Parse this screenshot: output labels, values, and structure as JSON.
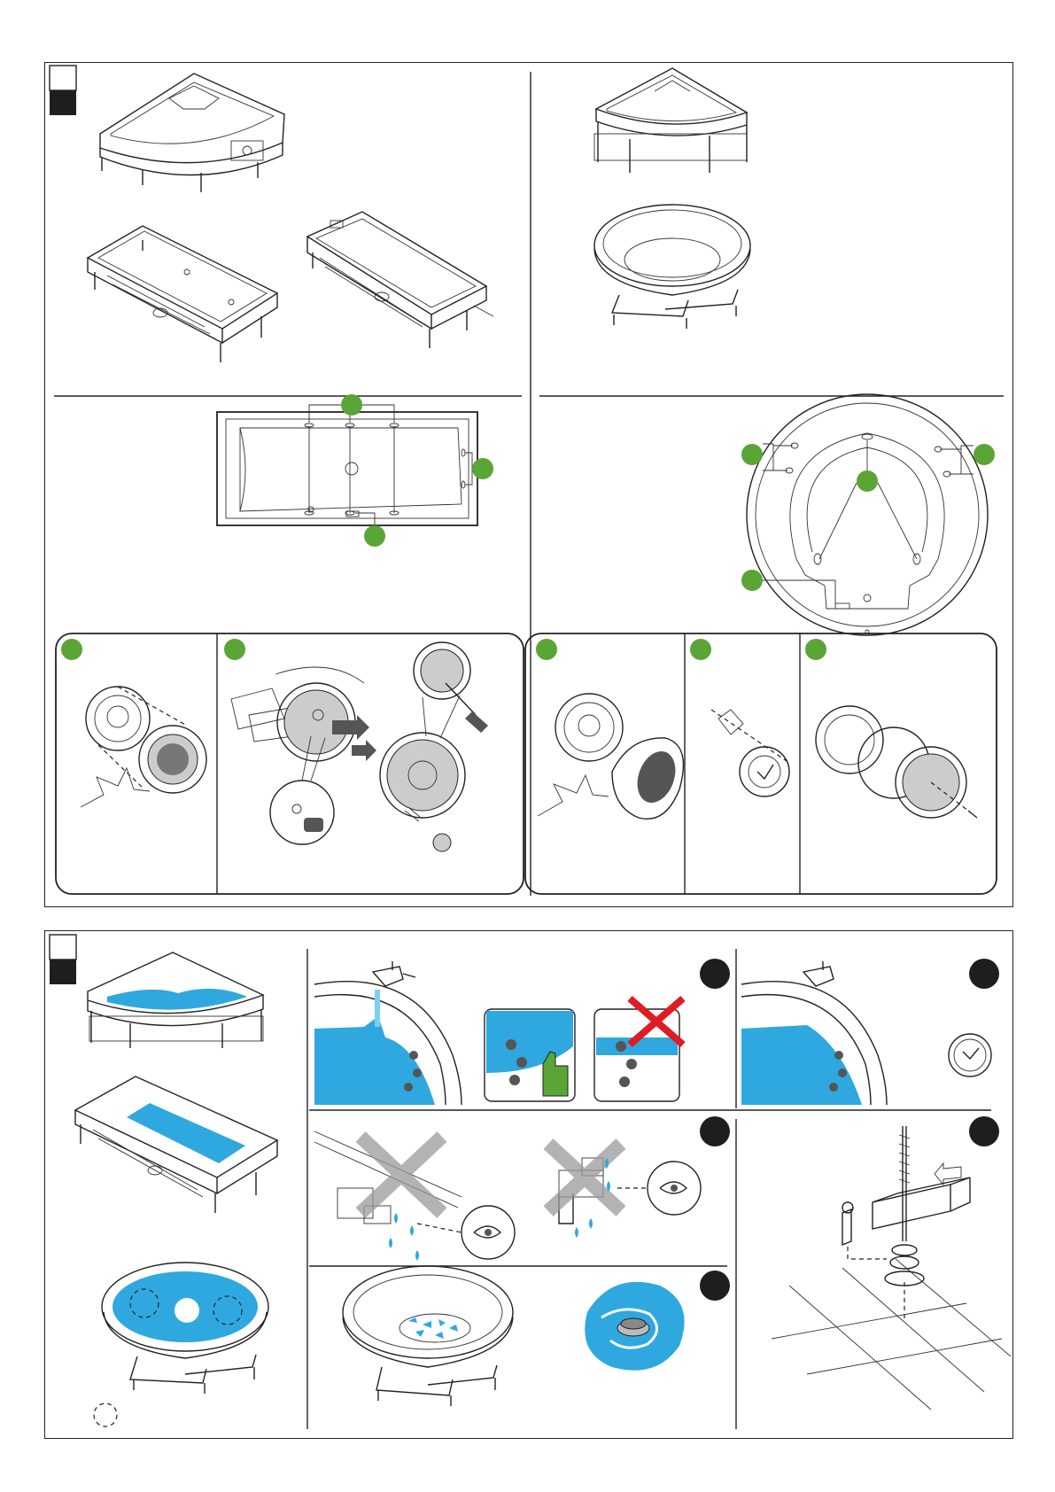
{
  "page": {
    "title": "",
    "colors": {
      "frame": "#222222",
      "step_badge_green": "#5aa536",
      "step_badge_black": "#1e1e1e",
      "water": "#2fa8e0",
      "forbidden_cross": "#e01b24",
      "approve_thumb": "#5aa536"
    }
  },
  "sheet_1": {
    "section_boxes": [
      "white-box",
      "black-box"
    ],
    "top_left_panel": {
      "illustrations": [
        "corner-bathtub",
        "rectangular-bathtub-left",
        "rectangular-bathtub-right"
      ]
    },
    "top_right_panel": {
      "illustrations": [
        "corner-bathtub-on-frame",
        "round-bathtub-on-frame"
      ]
    },
    "rect_plan": {
      "badges": [
        "",
        "",
        ""
      ]
    },
    "round_plan": {
      "badges": [
        "",
        "",
        "",
        ""
      ]
    },
    "detail_left": {
      "badges": [
        "",
        ""
      ]
    },
    "detail_right": {
      "badges": [
        "",
        "",
        ""
      ]
    }
  },
  "sheet_2": {
    "section_boxes": [
      "white-box",
      "black-box"
    ],
    "left_column": {
      "illustrations": [
        "corner-bath-filled",
        "rect-bath-filled",
        "round-bath-filled"
      ]
    },
    "steps": [
      {
        "badge": "",
        "content": "fill-above-jets",
        "icons": [
          "faucet-icon",
          "thumbs-up-icon",
          "red-cross-icon"
        ]
      },
      {
        "badge": "",
        "content": "wait",
        "icons": [
          "faucet-icon",
          "clock-icon"
        ]
      },
      {
        "badge": "",
        "content": "check-leaks",
        "icons": [
          "eye-icon",
          "gray-cross-icon",
          "water-drop-icon"
        ]
      },
      {
        "badge": "",
        "content": "adjust-feet",
        "icons": [
          "screw-icon",
          "arrow-icon"
        ]
      },
      {
        "badge": "",
        "content": "empty-and-drain",
        "icons": [
          "drain-icon"
        ]
      }
    ]
  }
}
